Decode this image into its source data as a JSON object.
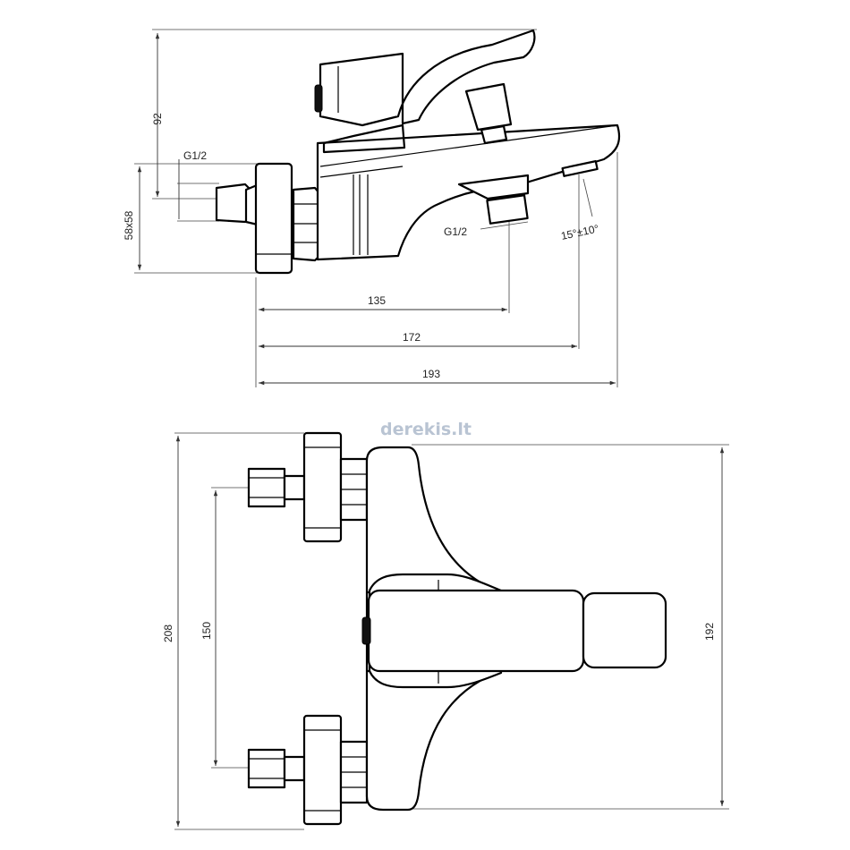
{
  "watermark": "derekis.lt",
  "side_view": {
    "dim_height_top": "92",
    "label_thread_inlet": "G1/2",
    "dim_eccentric": "58x58",
    "label_thread_outlet": "G1/2",
    "label_angle": "15°±10°",
    "dim_outlet_distance": "135",
    "dim_spout_distance": "172",
    "dim_overall_depth": "193"
  },
  "top_view": {
    "dim_overall_width": "208",
    "dim_inlet_spacing": "150",
    "dim_body_length": "192"
  },
  "colors": {
    "line": "#000000",
    "dimension": "#333333",
    "watermark": "#b9c4d3"
  }
}
